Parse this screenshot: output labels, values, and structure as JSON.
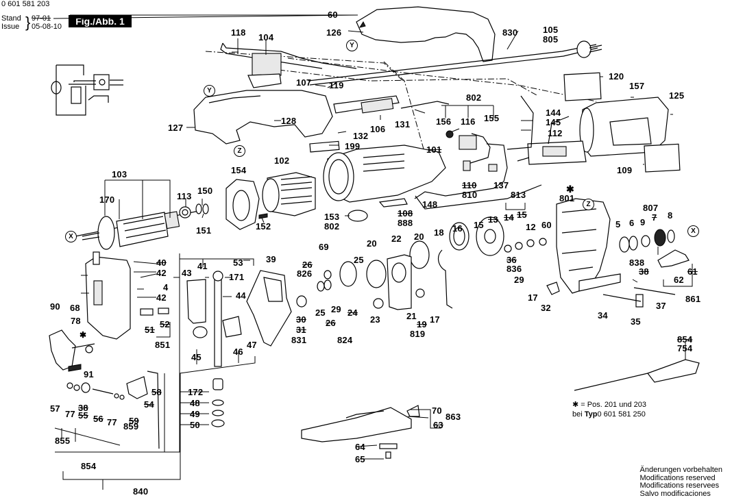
{
  "header": {
    "doc_number": "0 601 581 203",
    "stand_label": "Stand",
    "issue_label": "Issue",
    "stand_value_struck": "97-01",
    "issue_value": "05-08-10",
    "figure_badge": "Fig./Abb. 1"
  },
  "markers": {
    "Y": "Y",
    "Z": "Z",
    "X": "X"
  },
  "labels": [
    {
      "id": "60a",
      "text": "60"
    },
    {
      "id": "126",
      "text": "126"
    },
    {
      "id": "118",
      "text": "118"
    },
    {
      "id": "104",
      "text": "104"
    },
    {
      "id": "830",
      "text": "830"
    },
    {
      "id": "105",
      "text": "105"
    },
    {
      "id": "805",
      "text": "805"
    },
    {
      "id": "120",
      "text": "120"
    },
    {
      "id": "157",
      "text": "157"
    },
    {
      "id": "125",
      "text": "125"
    },
    {
      "id": "107",
      "text": "107"
    },
    {
      "id": "119",
      "text": "119"
    },
    {
      "id": "802a",
      "text": "802"
    },
    {
      "id": "156",
      "text": "156"
    },
    {
      "id": "116",
      "text": "116"
    },
    {
      "id": "155",
      "text": "155"
    },
    {
      "id": "144",
      "text": "144"
    },
    {
      "id": "145",
      "text": "145"
    },
    {
      "id": "112",
      "text": "112"
    },
    {
      "id": "127",
      "text": "127"
    },
    {
      "id": "128",
      "text": "128"
    },
    {
      "id": "106",
      "text": "106"
    },
    {
      "id": "131",
      "text": "131"
    },
    {
      "id": "132",
      "text": "132"
    },
    {
      "id": "199",
      "text": "199"
    },
    {
      "id": "101",
      "text": "101",
      "struck": true
    },
    {
      "id": "110",
      "text": "110",
      "struck": true
    },
    {
      "id": "810",
      "text": "810"
    },
    {
      "id": "137",
      "text": "137"
    },
    {
      "id": "109",
      "text": "109"
    },
    {
      "id": "103",
      "text": "103"
    },
    {
      "id": "154",
      "text": "154"
    },
    {
      "id": "102",
      "text": "102"
    },
    {
      "id": "170",
      "text": "170"
    },
    {
      "id": "113",
      "text": "113"
    },
    {
      "id": "150",
      "text": "150"
    },
    {
      "id": "151",
      "text": "151"
    },
    {
      "id": "152",
      "text": "152"
    },
    {
      "id": "153",
      "text": "153"
    },
    {
      "id": "802b",
      "text": "802"
    },
    {
      "id": "108",
      "text": "108",
      "struck": true
    },
    {
      "id": "888",
      "text": "888"
    },
    {
      "id": "148",
      "text": "148"
    },
    {
      "id": "813",
      "text": "813"
    },
    {
      "id": "801",
      "text": "801"
    },
    {
      "id": "807",
      "text": "807"
    },
    {
      "id": "13",
      "text": "13",
      "struck": true
    },
    {
      "id": "14",
      "text": "14",
      "struck": true
    },
    {
      "id": "15b",
      "text": "15",
      "struck": true
    },
    {
      "id": "12",
      "text": "12"
    },
    {
      "id": "60b",
      "text": "60"
    },
    {
      "id": "5",
      "text": "5"
    },
    {
      "id": "6",
      "text": "6"
    },
    {
      "id": "9",
      "text": "9"
    },
    {
      "id": "7",
      "text": "7",
      "struck": true
    },
    {
      "id": "8",
      "text": "8"
    },
    {
      "id": "18",
      "text": "18"
    },
    {
      "id": "16",
      "text": "16"
    },
    {
      "id": "15",
      "text": "15"
    },
    {
      "id": "20a",
      "text": "20"
    },
    {
      "id": "22",
      "text": "22"
    },
    {
      "id": "20b",
      "text": "20"
    },
    {
      "id": "69",
      "text": "69"
    },
    {
      "id": "26a",
      "text": "26",
      "struck": true
    },
    {
      "id": "826",
      "text": "826"
    },
    {
      "id": "25a",
      "text": "25"
    },
    {
      "id": "39",
      "text": "39"
    },
    {
      "id": "40",
      "text": "40",
      "struck": true
    },
    {
      "id": "41",
      "text": "41"
    },
    {
      "id": "53",
      "text": "53"
    },
    {
      "id": "42a",
      "text": "42"
    },
    {
      "id": "43",
      "text": "43"
    },
    {
      "id": "171",
      "text": "171"
    },
    {
      "id": "4",
      "text": "4"
    },
    {
      "id": "42b",
      "text": "42"
    },
    {
      "id": "44",
      "text": "44"
    },
    {
      "id": "68",
      "text": "68"
    },
    {
      "id": "78",
      "text": "78"
    },
    {
      "id": "90",
      "text": "90"
    },
    {
      "id": "51",
      "text": "51",
      "struck": true
    },
    {
      "id": "52",
      "text": "52",
      "struck": true
    },
    {
      "id": "851",
      "text": "851"
    },
    {
      "id": "45",
      "text": "45"
    },
    {
      "id": "46",
      "text": "46"
    },
    {
      "id": "47",
      "text": "47"
    },
    {
      "id": "30",
      "text": "30",
      "struck": true
    },
    {
      "id": "31",
      "text": "31",
      "struck": true
    },
    {
      "id": "831",
      "text": "831"
    },
    {
      "id": "25b",
      "text": "25"
    },
    {
      "id": "29a",
      "text": "29"
    },
    {
      "id": "26b",
      "text": "26",
      "struck": true
    },
    {
      "id": "24",
      "text": "24",
      "struck": true
    },
    {
      "id": "824",
      "text": "824"
    },
    {
      "id": "23",
      "text": "23"
    },
    {
      "id": "21",
      "text": "21"
    },
    {
      "id": "19",
      "text": "19",
      "struck": true
    },
    {
      "id": "819",
      "text": "819"
    },
    {
      "id": "17a",
      "text": "17"
    },
    {
      "id": "36",
      "text": "36",
      "struck": true
    },
    {
      "id": "836",
      "text": "836"
    },
    {
      "id": "29b",
      "text": "29"
    },
    {
      "id": "17b",
      "text": "17"
    },
    {
      "id": "32",
      "text": "32"
    },
    {
      "id": "838",
      "text": "838"
    },
    {
      "id": "38a",
      "text": "38",
      "struck": true
    },
    {
      "id": "62",
      "text": "62"
    },
    {
      "id": "61",
      "text": "61",
      "struck": true
    },
    {
      "id": "861",
      "text": "861"
    },
    {
      "id": "34",
      "text": "34"
    },
    {
      "id": "35a",
      "text": "35"
    },
    {
      "id": "37",
      "text": "37"
    },
    {
      "id": "91",
      "text": "91"
    },
    {
      "id": "172",
      "text": "172"
    },
    {
      "id": "48",
      "text": "48"
    },
    {
      "id": "49",
      "text": "49"
    },
    {
      "id": "50",
      "text": "50"
    },
    {
      "id": "58",
      "text": "58",
      "struck": true
    },
    {
      "id": "54",
      "text": "54",
      "struck": true
    },
    {
      "id": "57",
      "text": "57"
    },
    {
      "id": "77a",
      "text": "77"
    },
    {
      "id": "38b",
      "text": "38",
      "struck": true
    },
    {
      "id": "55",
      "text": "55",
      "struck": true
    },
    {
      "id": "56",
      "text": "56",
      "struck": true
    },
    {
      "id": "77b",
      "text": "77"
    },
    {
      "id": "59",
      "text": "59",
      "struck": true
    },
    {
      "id": "859",
      "text": "859"
    },
    {
      "id": "855",
      "text": "855"
    },
    {
      "id": "854",
      "text": "854"
    },
    {
      "id": "840",
      "text": "840"
    },
    {
      "id": "70",
      "text": "70"
    },
    {
      "id": "863",
      "text": "863"
    },
    {
      "id": "63",
      "text": "63",
      "struck": true
    },
    {
      "id": "64",
      "text": "64"
    },
    {
      "id": "65",
      "text": "65"
    },
    {
      "id": "854b",
      "text": "854",
      "struck": true
    },
    {
      "id": "754",
      "text": "754"
    }
  ],
  "notes": {
    "asterisk_line1": "✱ = Pos. 201 und 203",
    "asterisk_line2_prefix": "bei",
    "asterisk_line2_bold": "Typ",
    "asterisk_line2_number": "0 601 581 250"
  },
  "footer": {
    "lines": [
      "Änderungen vorbehalten",
      "Modifications reserved",
      "Modifications reservees",
      "Salvo modificaciones"
    ]
  }
}
